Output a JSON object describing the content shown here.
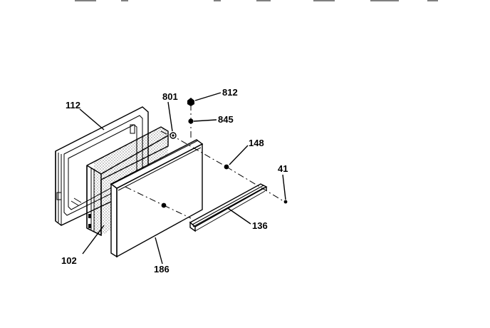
{
  "diagram": {
    "labels": {
      "p112": "112",
      "p801": "801",
      "p812": "812",
      "p845": "845",
      "p148": "148",
      "p41": "41",
      "p102": "102",
      "p186": "186",
      "p136": "136"
    },
    "colors": {
      "ink": "#000000",
      "paper": "#ffffff"
    }
  }
}
